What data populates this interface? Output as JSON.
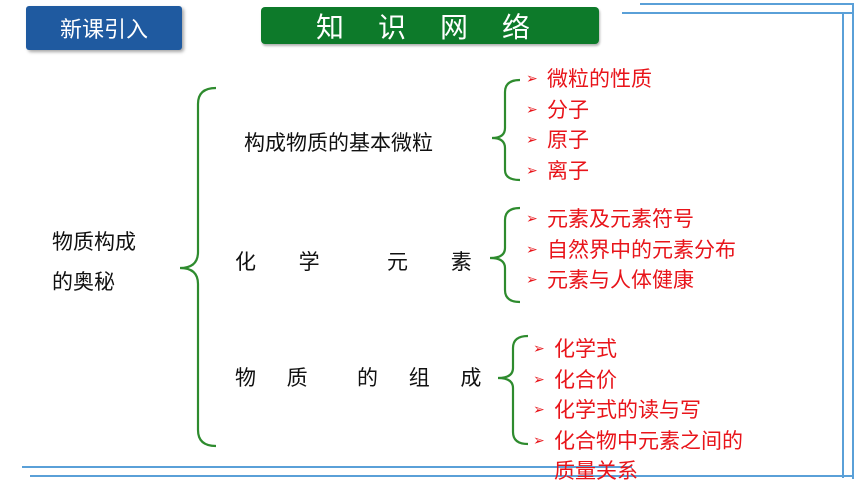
{
  "header": {
    "badge": "新课引入",
    "title": "知识网络"
  },
  "root_topic": {
    "line1": "物质构成",
    "line2": "的奥秘"
  },
  "branches": [
    {
      "label": "构成物质的基本微粒",
      "items": [
        "微粒的性质",
        "分子",
        "原子",
        "离子"
      ]
    },
    {
      "label": "化 学  元 素",
      "items": [
        "元素及元素符号",
        "自然界中的元素分布",
        "元素与人体健康"
      ]
    },
    {
      "label": "物 质  的 组 成",
      "items": [
        "化学式",
        "化合价",
        "化学式的读与写",
        "化合物中元素之间的",
        "质量关系"
      ]
    }
  ],
  "colors": {
    "badge_bg": "#1f5aa0",
    "banner_bg": "#0d7a2a",
    "bracket": "#2e8b2e",
    "item_text": "#e8141a",
    "decor_line": "#5aa0d8"
  },
  "icons": {
    "bullet": "arrowhead-bullet-icon"
  }
}
